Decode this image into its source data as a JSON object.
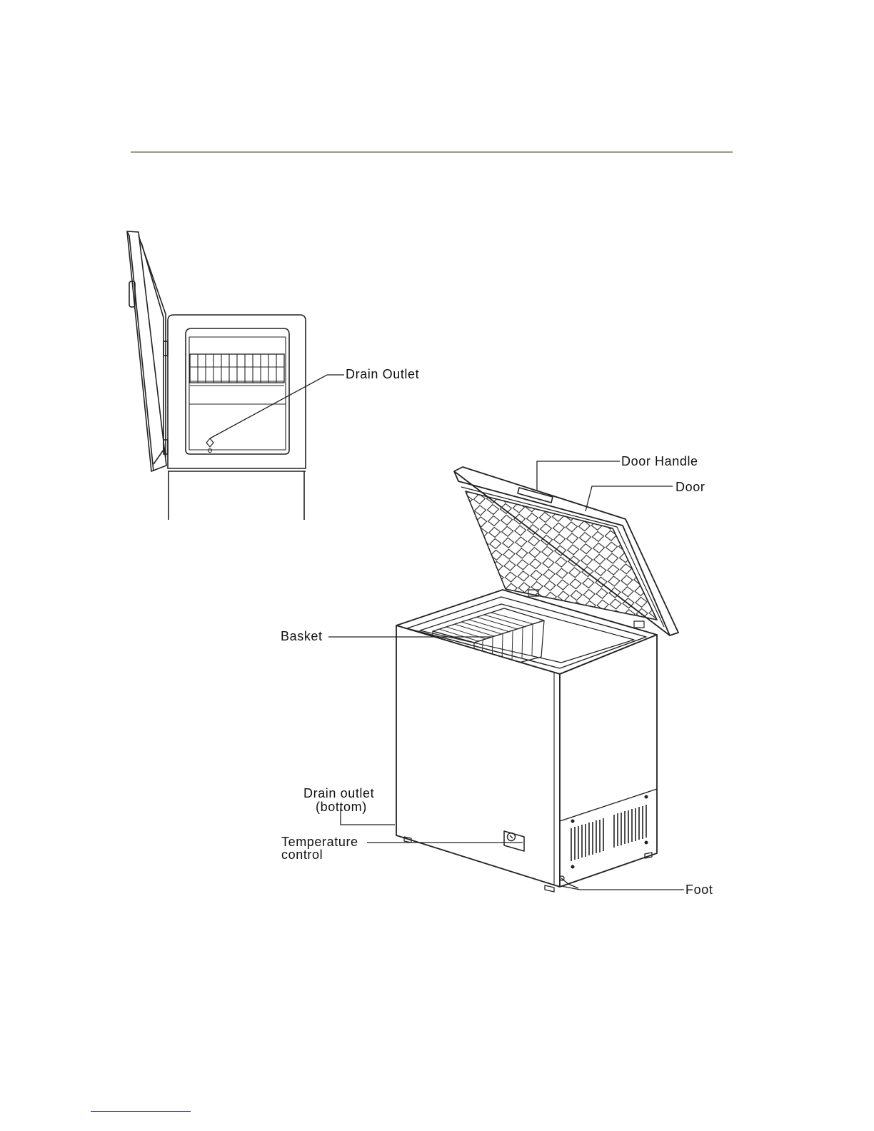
{
  "labels": {
    "drain_outlet": "Drain Outlet",
    "door_handle": "Door Handle",
    "door": "Door",
    "basket": "Basket",
    "drain_outlet_bottom_line1": "Drain outlet",
    "drain_outlet_bottom_line2": "(bottom)",
    "temperature_control_line1": "Temperature",
    "temperature_control_line2": "control",
    "foot": "Foot"
  }
}
